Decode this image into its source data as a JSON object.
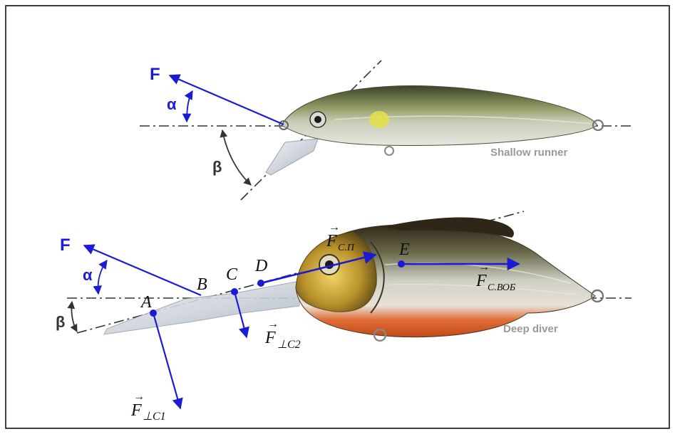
{
  "diagram": {
    "shallow": {
      "caption": "Shallow runner",
      "force_label": "F",
      "alpha_label": "α",
      "beta_label": "β"
    },
    "deep": {
      "caption": "Deep diver",
      "force_label": "F",
      "alpha_label": "α",
      "beta_label": "β",
      "points": {
        "A": "A",
        "B": "B",
        "C": "C",
        "D": "D",
        "E": "E"
      },
      "vectors": {
        "f_perp_c1": {
          "main": "F",
          "sub": "⊥C1"
        },
        "f_perp_c2": {
          "main": "F",
          "sub": "⊥C2"
        },
        "f_c_p": {
          "main": "F",
          "sub": "C.П"
        },
        "f_c_vob": {
          "main": "F",
          "sub": "C.ВОБ"
        }
      }
    }
  },
  "colors": {
    "vector_blue": "#1b1bd6",
    "axis_dark": "#333333",
    "caption_gray": "#9a9a9a",
    "lure_body": "#9aa37a",
    "lure_back": "#2f3a24",
    "lure_belly": "#d4d6d0",
    "deep_back": "#3d3524",
    "deep_belly": "#d8602c",
    "lip": "#c9d0d8",
    "eye_gold": "#c9a02a"
  }
}
